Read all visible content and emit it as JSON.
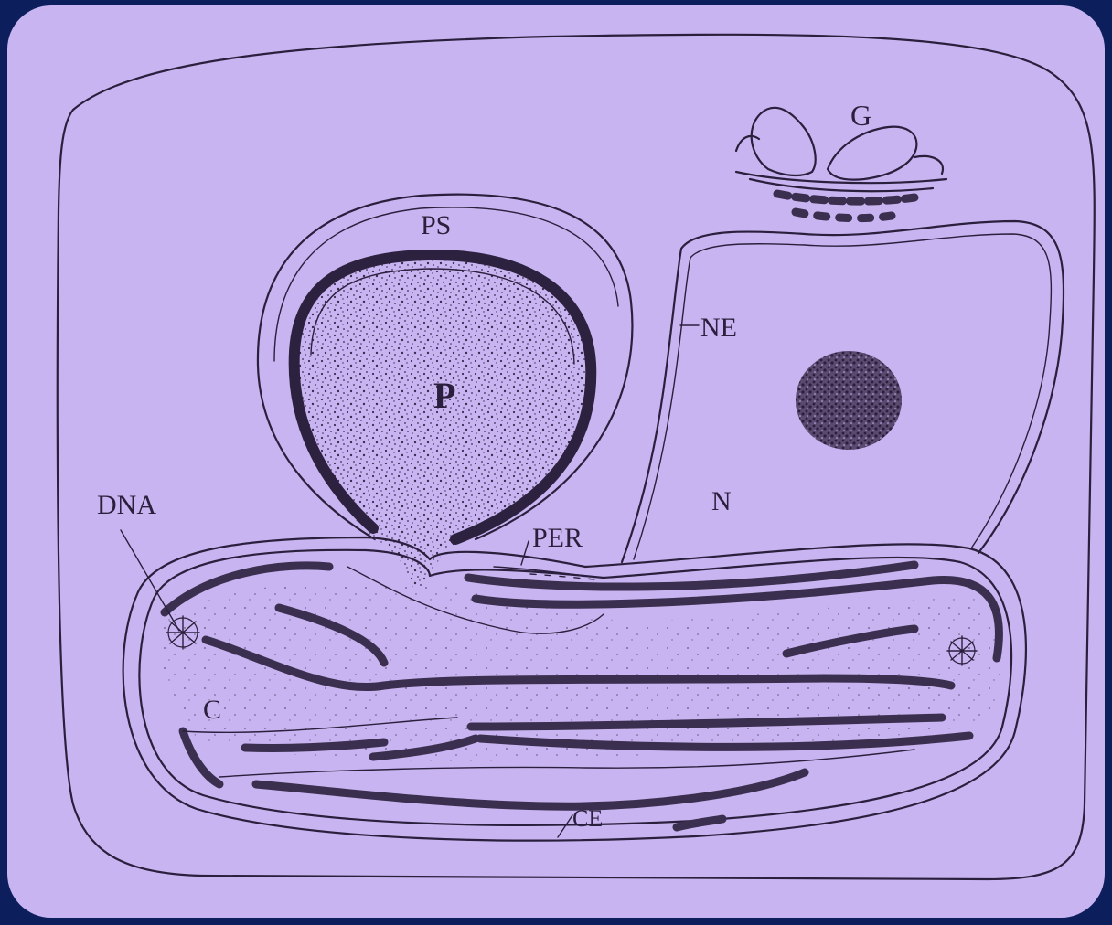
{
  "labels": {
    "g": "G",
    "ps": "PS",
    "ne": "NE",
    "p": "P",
    "n": "N",
    "dna": "DNA",
    "per": "PER",
    "c": "C",
    "ce": "CE"
  },
  "colors": {
    "background": "#0c1f5c",
    "panel": "#c8b4f0",
    "ink": "#2a1f3d"
  }
}
